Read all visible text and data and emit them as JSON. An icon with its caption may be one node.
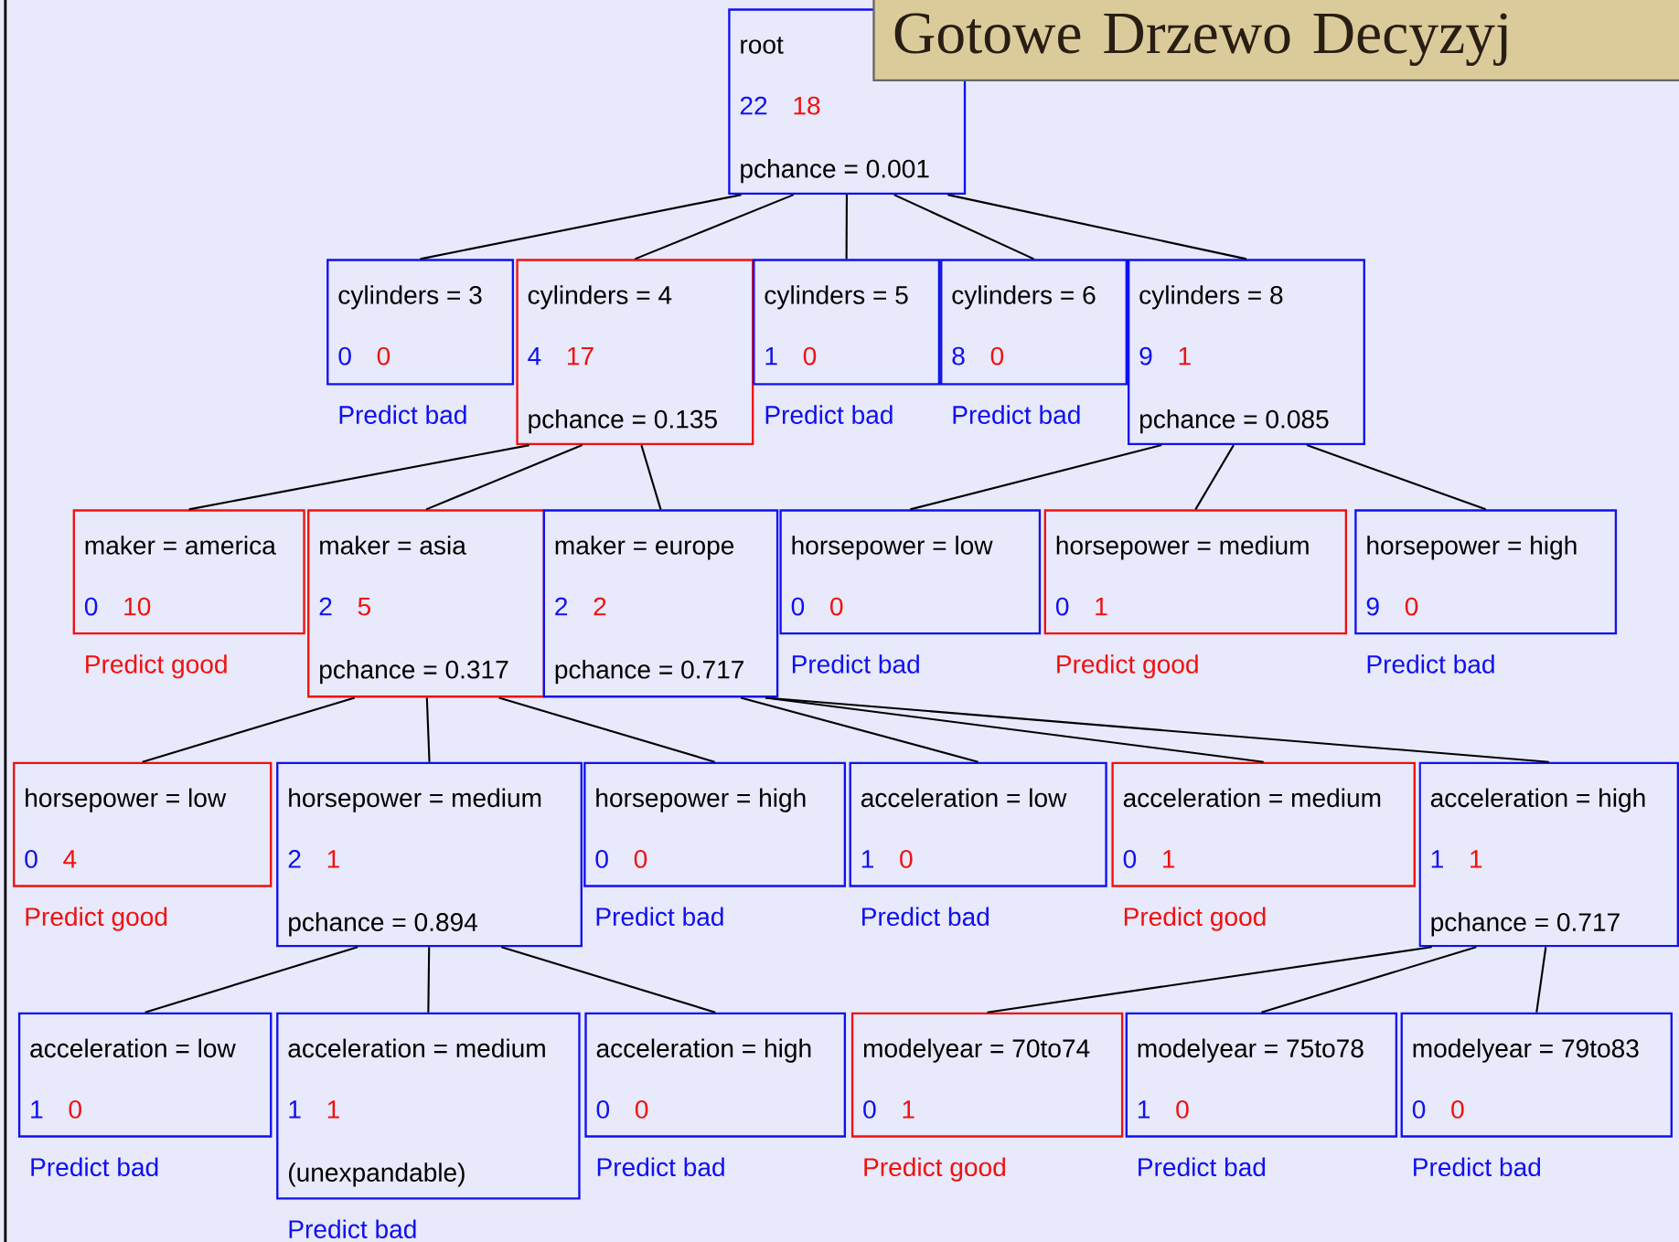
{
  "diagram": {
    "title": "Gotowe Drzewo Decyzyj",
    "nodes": [
      {
        "text": [
          "root",
          "22",
          "18",
          "pchance = 0.001"
        ]
      },
      {
        "text": [
          "cylinders = 3",
          "0",
          "0"
        ],
        "beside": [
          "Predict bad"
        ]
      },
      {
        "text": [
          "cylinders = 4",
          "4",
          "17",
          "pchance = 0.135"
        ]
      },
      {
        "text": [
          "cylinders = 5",
          "1",
          "0"
        ],
        "beside": [
          "Predict bad"
        ]
      },
      {
        "text": [
          "cylinders = 6",
          "8",
          "0"
        ],
        "beside": [
          "Predict bad"
        ]
      },
      {
        "text": [
          "cylinders = 8",
          "9",
          "1",
          "pchance = 0.085"
        ]
      },
      {
        "text": [
          "maker = america",
          "0",
          "10"
        ],
        "beside": [
          "Predict good"
        ]
      },
      {
        "text": [
          "maker = asia",
          "2",
          "5",
          "pchance = 0.317"
        ]
      },
      {
        "text": [
          "maker = europe",
          "2",
          "2",
          "pchance = 0.717"
        ]
      },
      {
        "text": [
          "horsepower = low",
          "0",
          "0"
        ],
        "beside": [
          "Predict bad"
        ]
      },
      {
        "text": [
          "horsepower = medium",
          "0",
          "1"
        ],
        "beside": [
          "Predict good"
        ]
      },
      {
        "text": [
          "horsepower = high",
          "9",
          "0"
        ],
        "beside": [
          "Predict bad"
        ]
      },
      {
        "text": [
          "horsepower = low",
          "0",
          "4"
        ],
        "beside": [
          "Predict good"
        ]
      },
      {
        "text": [
          "horsepower = medium",
          "2",
          "1",
          "pchance = 0.894"
        ]
      },
      {
        "text": [
          "horsepower = high",
          "0",
          "0"
        ],
        "beside": [
          "Predict bad"
        ]
      },
      {
        "text": [
          "acceleration = low",
          "1",
          "0"
        ],
        "beside": [
          "Predict bad"
        ]
      },
      {
        "text": [
          "acceleration = medium",
          "0",
          "1"
        ],
        "beside": [
          "Predict good"
        ]
      },
      {
        "text": [
          "acceleration = high",
          "1",
          "1",
          "pchance = 0.717"
        ]
      },
      {
        "text": [
          "acceleration = low",
          "1",
          "0"
        ],
        "beside": [
          "Predict bad"
        ]
      },
      {
        "text": [
          "acceleration = medium",
          "1",
          "1",
          "(unexpandable)"
        ],
        "beside": [
          "Predict bad"
        ]
      },
      {
        "text": [
          "acceleration = high",
          "0",
          "0"
        ],
        "beside": [
          "Predict bad"
        ]
      },
      {
        "text": [
          "modelyear = 70to74",
          "0",
          "1"
        ],
        "beside": [
          "Predict good"
        ]
      },
      {
        "text": [
          "modelyear = 75to78",
          "1",
          "0"
        ],
        "beside": [
          "Predict bad"
        ]
      },
      {
        "text": [
          "modelyear = 79to83",
          "0",
          "0"
        ],
        "beside": [
          "Predict bad"
        ]
      }
    ],
    "edges": [
      {
        "from": 0,
        "to": 1,
        "arrow": "none"
      },
      {
        "from": 0,
        "to": 2,
        "arrow": "none"
      },
      {
        "from": 0,
        "to": 3,
        "arrow": "none"
      },
      {
        "from": 0,
        "to": 4,
        "arrow": "none"
      },
      {
        "from": 0,
        "to": 5,
        "arrow": "none"
      },
      {
        "from": 2,
        "to": 6,
        "arrow": "none"
      },
      {
        "from": 2,
        "to": 7,
        "arrow": "none"
      },
      {
        "from": 2,
        "to": 8,
        "arrow": "none"
      },
      {
        "from": 5,
        "to": 9,
        "arrow": "none"
      },
      {
        "from": 5,
        "to": 10,
        "arrow": "none"
      },
      {
        "from": 5,
        "to": 11,
        "arrow": "none"
      },
      {
        "from": 7,
        "to": 12,
        "arrow": "none"
      },
      {
        "from": 7,
        "to": 13,
        "arrow": "none"
      },
      {
        "from": 7,
        "to": 14,
        "arrow": "none"
      },
      {
        "from": 8,
        "to": 15,
        "arrow": "none"
      },
      {
        "from": 8,
        "to": 16,
        "arrow": "none"
      },
      {
        "from": 8,
        "to": 17,
        "arrow": "none"
      },
      {
        "from": 13,
        "to": 18,
        "arrow": "none"
      },
      {
        "from": 13,
        "to": 19,
        "arrow": "none"
      },
      {
        "from": 13,
        "to": 20,
        "arrow": "none"
      },
      {
        "from": 17,
        "to": 21,
        "arrow": "none"
      },
      {
        "from": 17,
        "to": 22,
        "arrow": "none"
      },
      {
        "from": 17,
        "to": 23,
        "arrow": "none"
      }
    ]
  }
}
